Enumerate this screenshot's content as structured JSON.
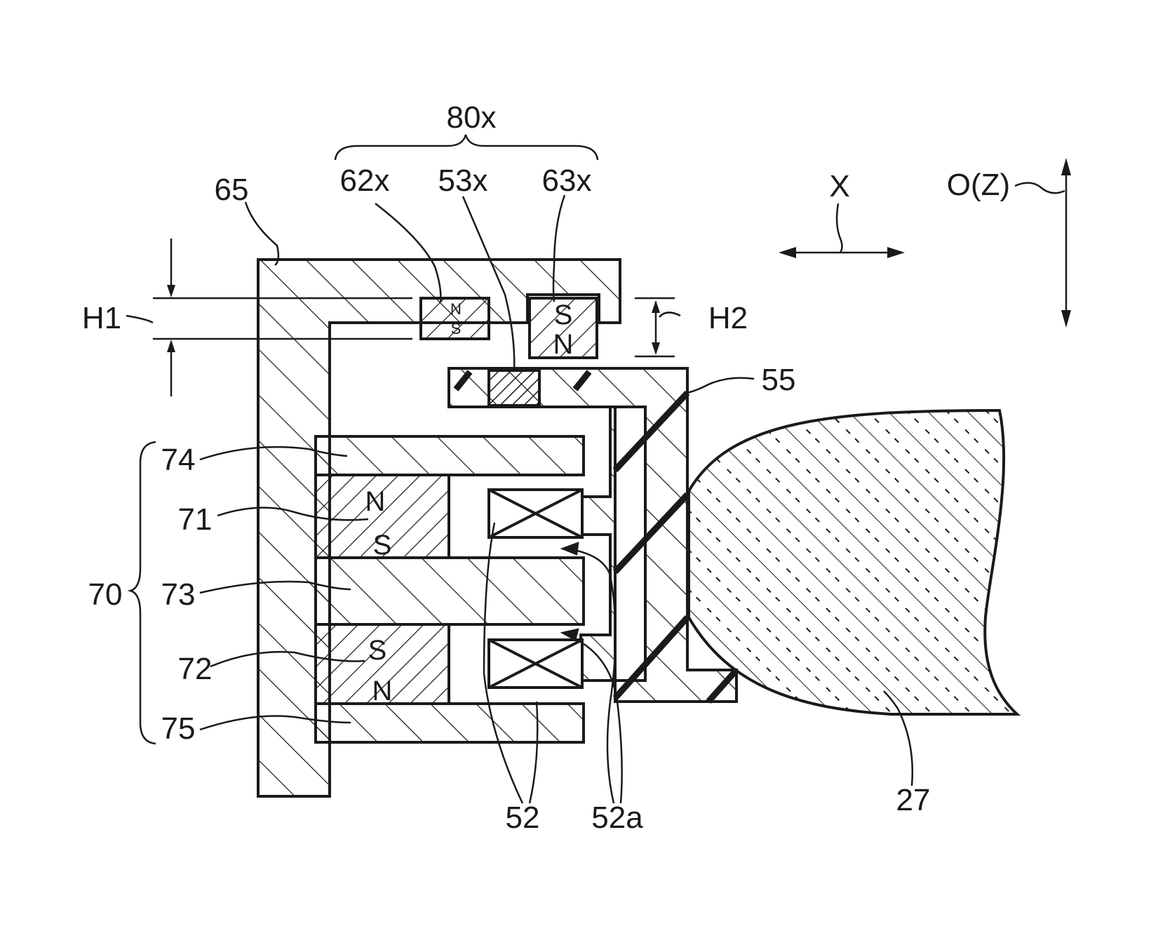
{
  "labels": {
    "group_80x": "80x",
    "l_62x": "62x",
    "l_53x": "53x",
    "l_63x": "63x",
    "l_65": "65",
    "l_X": "X",
    "l_OZ": "O(Z)",
    "l_H1": "H1",
    "l_H2": "H2",
    "l_55": "55",
    "l_74": "74",
    "l_71": "71",
    "l_70": "70",
    "l_73": "73",
    "l_72": "72",
    "l_75": "75",
    "l_52": "52",
    "l_52a": "52a",
    "l_27": "27"
  },
  "poles": {
    "m71_top": "N",
    "m71_bottom": "S",
    "m72_top": "S",
    "m72_bottom": "N",
    "m62x_top": "N",
    "m62x_bottom": "S",
    "m63x_top": "S",
    "m63x_bottom": "N"
  },
  "colors": {
    "line": "#1a1a1a",
    "background": "#ffffff"
  }
}
